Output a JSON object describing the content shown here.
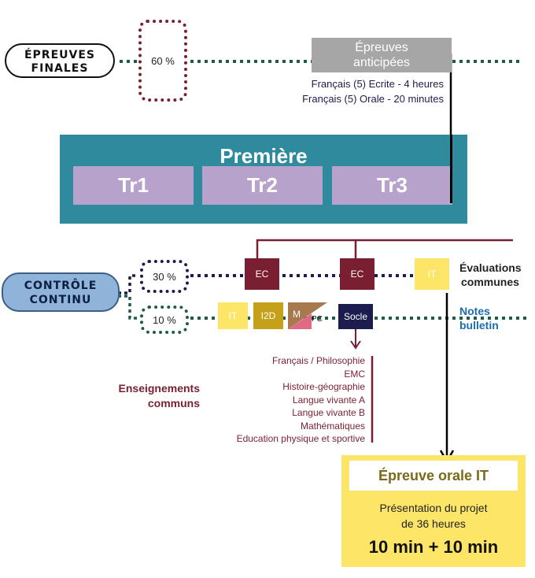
{
  "finales": {
    "line1": "ÉPREUVES",
    "line2": "FINALES",
    "pct": "60 %"
  },
  "anticipees": {
    "line1": "Épreuves",
    "line2": "anticipées",
    "ecrite": "Français (5) Ecrite - 4 heures",
    "orale": "Français (5) Orale - 20 minutes"
  },
  "premiere": {
    "title": "Première",
    "tr1": "Tr1",
    "tr2": "Tr2",
    "tr3": "Tr3"
  },
  "controle": {
    "line1": "CONTRÔLE",
    "line2": "CONTINU",
    "pct30": "30 %",
    "pct10": "10 %"
  },
  "ec1": "EC",
  "ec2": "EC",
  "it_top": "IT",
  "evaluations": {
    "line1": "Évaluations",
    "line2": "communes"
  },
  "notes": {
    "line1": "Notes",
    "line2": "bulletin"
  },
  "row2": {
    "it": "IT",
    "i2d": "I2D",
    "m": "M",
    "pc": "PC",
    "socle": "Socle"
  },
  "subjects": [
    "Français / Philosophie",
    "EMC",
    "Histoire-géographie",
    "Langue vivante A",
    "Langue vivante B",
    "Mathématiques",
    "Education physique et sportive"
  ],
  "enseignements": {
    "line1": "Enseignements",
    "line2": "communs"
  },
  "oral": {
    "title": "Épreuve orale IT",
    "desc1": "Présentation du projet",
    "desc2": "de 36 heures",
    "duration": "10 min + 10 min"
  },
  "colors": {
    "teal": "#2f8a9e",
    "lavender": "#b7a2cc",
    "maroon": "#7a1f32",
    "green": "#1e5c47",
    "navy": "#1c1c4e",
    "yellow": "#fde567",
    "olive": "#7a6a1a",
    "blue": "#1a6fb0"
  }
}
